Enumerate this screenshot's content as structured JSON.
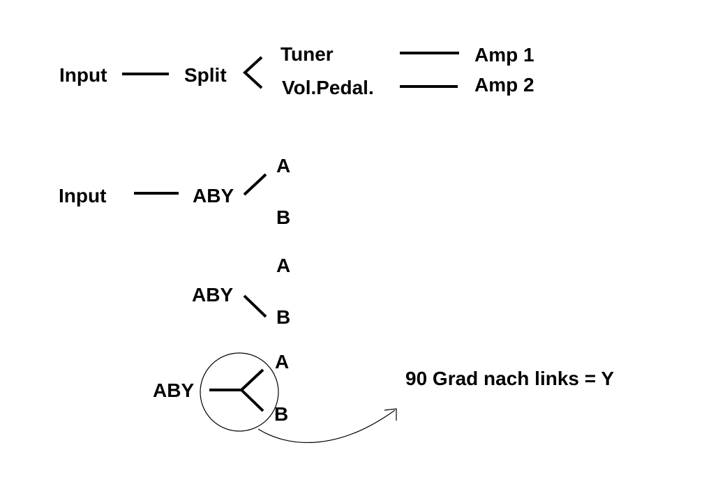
{
  "row1": {
    "input": "Input",
    "split": "Split",
    "tuner": "Tuner",
    "vol_pedal": "Vol.Pedal.",
    "amp1": "Amp 1",
    "amp2": "Amp 2"
  },
  "row2": {
    "input": "Input",
    "aby": "ABY",
    "a": "A",
    "b": "B"
  },
  "row3": {
    "aby": "ABY",
    "a": "A",
    "b": "B"
  },
  "row4": {
    "aby": "ABY",
    "a": "A",
    "b": "B",
    "note": "90 Grad nach links = Y"
  }
}
